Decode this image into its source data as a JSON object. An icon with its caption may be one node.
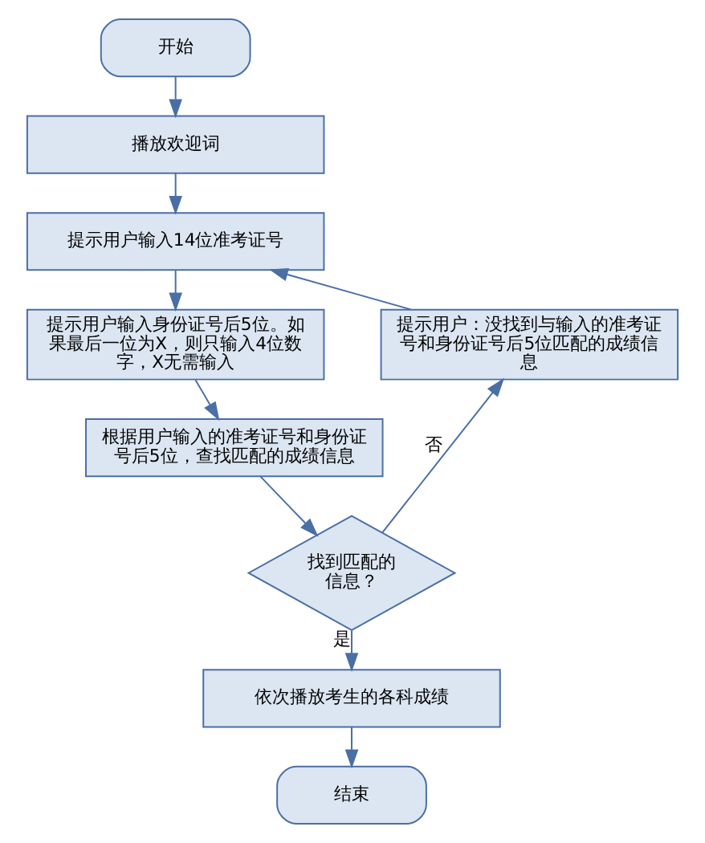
{
  "diagram": {
    "nodes": [
      {
        "text": [
          "开始"
        ]
      },
      {
        "text": [
          "播放欢迎词"
        ]
      },
      {
        "text": [
          "提示用户输入14位准考证号"
        ]
      },
      {
        "text": [
          "提示用户输入身份证号后5位。如果最后一位为X，则只输入4位数字，X无需输入"
        ]
      },
      {
        "text": [
          "根据用户输入的准考证号和身份证号后5位，查找匹配的成绩信息"
        ]
      },
      {
        "text": [
          "找到匹配的信息？"
        ]
      },
      {
        "text": [
          "提示用户：没找到与输入的准考证号和身份证号后5位匹配的成绩信息"
        ]
      },
      {
        "text": [
          "依次播放考生的各科成绩"
        ]
      },
      {
        "text": [
          "结束"
        ]
      }
    ],
    "edges": [
      {
        "from": 0,
        "to": 1,
        "arrow": "to"
      },
      {
        "from": 1,
        "to": 2,
        "arrow": "to"
      },
      {
        "from": 2,
        "to": 3,
        "arrow": "to"
      },
      {
        "from": 3,
        "to": 4,
        "arrow": "to"
      },
      {
        "from": 4,
        "to": 5,
        "arrow": "to"
      },
      {
        "from": 5,
        "to": 6,
        "arrow": "to",
        "label": "否"
      },
      {
        "from": 6,
        "to": 2,
        "arrow": "to"
      },
      {
        "from": 5,
        "to": 7,
        "arrow": "to",
        "label": "是"
      },
      {
        "from": 7,
        "to": 8,
        "arrow": "to"
      }
    ]
  }
}
